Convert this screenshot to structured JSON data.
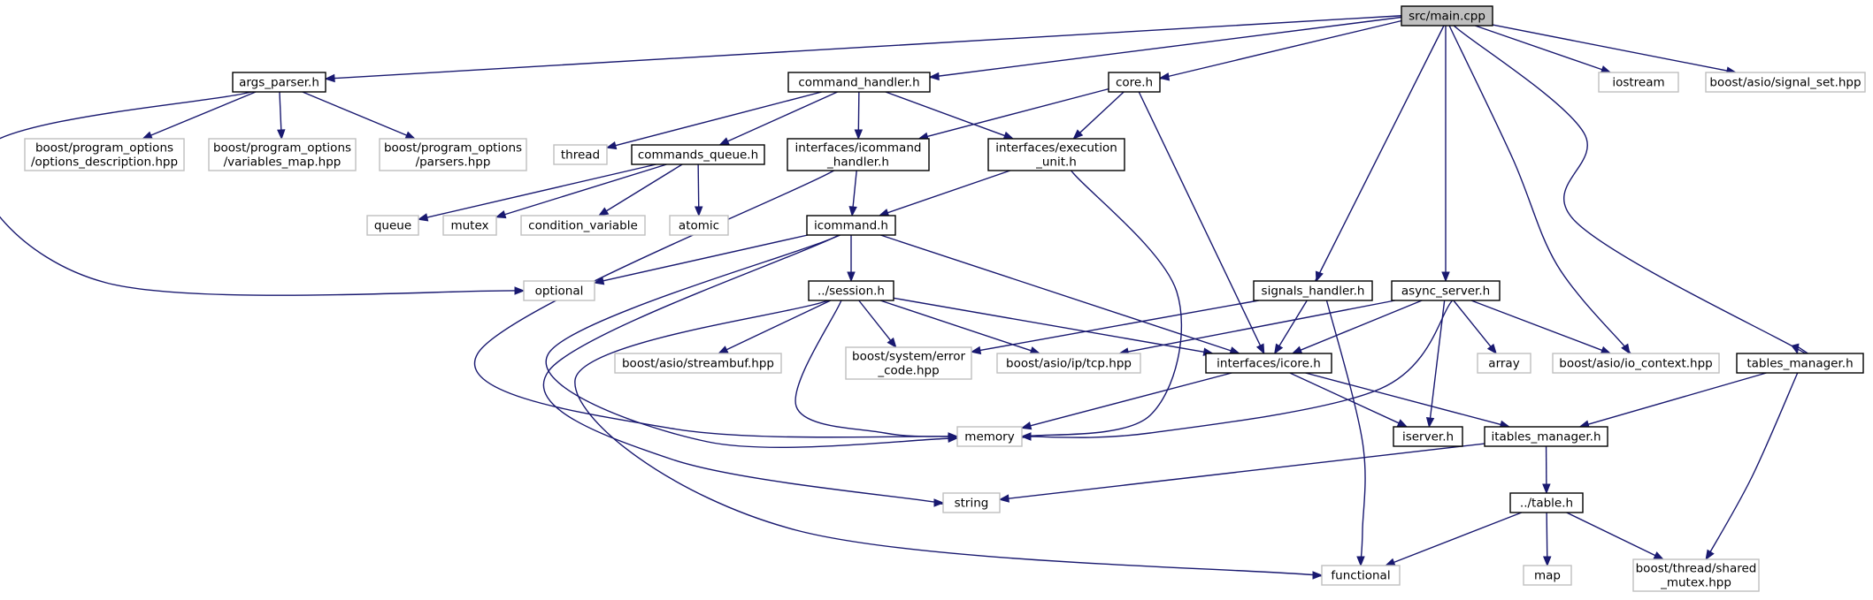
{
  "diagram": {
    "kind": "include-dependency-graph",
    "colors": {
      "edge": "#191970",
      "root_fill": "#bfbfbf",
      "local_border": "#000000",
      "external_border": "#bfbfbf"
    },
    "nodes": [
      {
        "id": "main",
        "lines": [
          "src/main.cpp"
        ],
        "kind": "root"
      },
      {
        "id": "args_parser",
        "lines": [
          "args_parser.h"
        ],
        "kind": "local"
      },
      {
        "id": "command_handler",
        "lines": [
          "command_handler.h"
        ],
        "kind": "local"
      },
      {
        "id": "core",
        "lines": [
          "core.h"
        ],
        "kind": "local"
      },
      {
        "id": "iostream",
        "lines": [
          "iostream"
        ],
        "kind": "external"
      },
      {
        "id": "signal_set",
        "lines": [
          "boost/asio/signal_set.hpp"
        ],
        "kind": "external"
      },
      {
        "id": "po_desc",
        "lines": [
          "boost/program_options",
          "/options_description.hpp"
        ],
        "kind": "external"
      },
      {
        "id": "po_vmap",
        "lines": [
          "boost/program_options",
          "/variables_map.hpp"
        ],
        "kind": "external"
      },
      {
        "id": "po_parsers",
        "lines": [
          "boost/program_options",
          "/parsers.hpp"
        ],
        "kind": "external"
      },
      {
        "id": "thread",
        "lines": [
          "thread"
        ],
        "kind": "external"
      },
      {
        "id": "commands_queue",
        "lines": [
          "commands_queue.h"
        ],
        "kind": "local"
      },
      {
        "id": "icommand_handler",
        "lines": [
          "interfaces/icommand",
          "_handler.h"
        ],
        "kind": "local"
      },
      {
        "id": "execution_unit",
        "lines": [
          "interfaces/execution",
          "_unit.h"
        ],
        "kind": "local"
      },
      {
        "id": "queue",
        "lines": [
          "queue"
        ],
        "kind": "external"
      },
      {
        "id": "mutex",
        "lines": [
          "mutex"
        ],
        "kind": "external"
      },
      {
        "id": "condition_variable",
        "lines": [
          "condition_variable"
        ],
        "kind": "external"
      },
      {
        "id": "atomic",
        "lines": [
          "atomic"
        ],
        "kind": "external"
      },
      {
        "id": "icommand",
        "lines": [
          "icommand.h"
        ],
        "kind": "local"
      },
      {
        "id": "optional",
        "lines": [
          "optional"
        ],
        "kind": "external"
      },
      {
        "id": "session",
        "lines": [
          "../session.h"
        ],
        "kind": "local"
      },
      {
        "id": "signals_handler",
        "lines": [
          "signals_handler.h"
        ],
        "kind": "local"
      },
      {
        "id": "async_server",
        "lines": [
          "async_server.h"
        ],
        "kind": "local"
      },
      {
        "id": "streambuf",
        "lines": [
          "boost/asio/streambuf.hpp"
        ],
        "kind": "external"
      },
      {
        "id": "error_code",
        "lines": [
          "boost/system/error",
          "_code.hpp"
        ],
        "kind": "external"
      },
      {
        "id": "tcp",
        "lines": [
          "boost/asio/ip/tcp.hpp"
        ],
        "kind": "external"
      },
      {
        "id": "icore",
        "lines": [
          "interfaces/icore.h"
        ],
        "kind": "local"
      },
      {
        "id": "array",
        "lines": [
          "array"
        ],
        "kind": "external"
      },
      {
        "id": "io_context",
        "lines": [
          "boost/asio/io_context.hpp"
        ],
        "kind": "external"
      },
      {
        "id": "tables_manager",
        "lines": [
          "tables_manager.h"
        ],
        "kind": "local"
      },
      {
        "id": "memory",
        "lines": [
          "memory"
        ],
        "kind": "external"
      },
      {
        "id": "iserver",
        "lines": [
          "iserver.h"
        ],
        "kind": "local"
      },
      {
        "id": "itables_manager",
        "lines": [
          "itables_manager.h"
        ],
        "kind": "local"
      },
      {
        "id": "string",
        "lines": [
          "string"
        ],
        "kind": "external"
      },
      {
        "id": "table",
        "lines": [
          "../table.h"
        ],
        "kind": "local"
      },
      {
        "id": "functional",
        "lines": [
          "functional"
        ],
        "kind": "external"
      },
      {
        "id": "map",
        "lines": [
          "map"
        ],
        "kind": "external"
      },
      {
        "id": "shared_mutex",
        "lines": [
          "boost/thread/shared",
          "_mutex.hpp"
        ],
        "kind": "external"
      }
    ],
    "edges": [
      {
        "from": "main",
        "to": "args_parser"
      },
      {
        "from": "main",
        "to": "command_handler"
      },
      {
        "from": "main",
        "to": "core"
      },
      {
        "from": "main",
        "to": "iostream"
      },
      {
        "from": "main",
        "to": "signal_set"
      },
      {
        "from": "main",
        "to": "signals_handler"
      },
      {
        "from": "main",
        "to": "async_server"
      },
      {
        "from": "main",
        "to": "io_context"
      },
      {
        "from": "main",
        "to": "tables_manager"
      },
      {
        "from": "args_parser",
        "to": "po_desc"
      },
      {
        "from": "args_parser",
        "to": "po_vmap"
      },
      {
        "from": "args_parser",
        "to": "po_parsers"
      },
      {
        "from": "args_parser",
        "to": "optional"
      },
      {
        "from": "command_handler",
        "to": "thread"
      },
      {
        "from": "command_handler",
        "to": "commands_queue"
      },
      {
        "from": "command_handler",
        "to": "icommand_handler"
      },
      {
        "from": "command_handler",
        "to": "execution_unit"
      },
      {
        "from": "core",
        "to": "icommand_handler"
      },
      {
        "from": "core",
        "to": "execution_unit"
      },
      {
        "from": "core",
        "to": "icore"
      },
      {
        "from": "commands_queue",
        "to": "queue"
      },
      {
        "from": "commands_queue",
        "to": "mutex"
      },
      {
        "from": "commands_queue",
        "to": "condition_variable"
      },
      {
        "from": "commands_queue",
        "to": "atomic"
      },
      {
        "from": "icommand_handler",
        "to": "icommand"
      },
      {
        "from": "icommand_handler",
        "to": "memory"
      },
      {
        "from": "execution_unit",
        "to": "icommand"
      },
      {
        "from": "execution_unit",
        "to": "memory"
      },
      {
        "from": "icommand",
        "to": "optional"
      },
      {
        "from": "icommand",
        "to": "session"
      },
      {
        "from": "icommand",
        "to": "icore"
      },
      {
        "from": "icommand",
        "to": "memory"
      },
      {
        "from": "icommand",
        "to": "string"
      },
      {
        "from": "session",
        "to": "streambuf"
      },
      {
        "from": "session",
        "to": "error_code"
      },
      {
        "from": "session",
        "to": "tcp"
      },
      {
        "from": "session",
        "to": "icore"
      },
      {
        "from": "session",
        "to": "memory"
      },
      {
        "from": "session",
        "to": "functional"
      },
      {
        "from": "signals_handler",
        "to": "error_code"
      },
      {
        "from": "signals_handler",
        "to": "icore"
      },
      {
        "from": "signals_handler",
        "to": "functional"
      },
      {
        "from": "async_server",
        "to": "tcp"
      },
      {
        "from": "async_server",
        "to": "icore"
      },
      {
        "from": "async_server",
        "to": "array"
      },
      {
        "from": "async_server",
        "to": "io_context"
      },
      {
        "from": "async_server",
        "to": "iserver"
      },
      {
        "from": "async_server",
        "to": "memory"
      },
      {
        "from": "icore",
        "to": "memory"
      },
      {
        "from": "icore",
        "to": "iserver"
      },
      {
        "from": "icore",
        "to": "itables_manager"
      },
      {
        "from": "tables_manager",
        "to": "itables_manager"
      },
      {
        "from": "tables_manager",
        "to": "shared_mutex"
      },
      {
        "from": "itables_manager",
        "to": "string"
      },
      {
        "from": "itables_manager",
        "to": "table"
      },
      {
        "from": "table",
        "to": "functional"
      },
      {
        "from": "table",
        "to": "map"
      },
      {
        "from": "table",
        "to": "shared_mutex"
      }
    ]
  }
}
